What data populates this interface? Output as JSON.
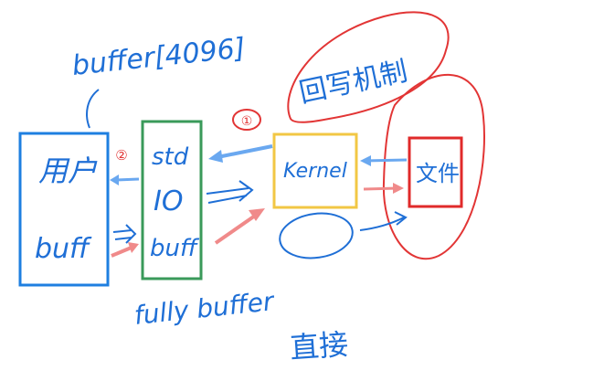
{
  "annotations": {
    "buffer_size": "buffer[4096]",
    "user_buffer_line1": "用户",
    "user_buffer_line2": "buff",
    "stdio_line1": "std",
    "stdio_line2": "IO",
    "stdio_line3": "buff",
    "kernel": "Kernel",
    "file": "文件",
    "writeback": "回写机制",
    "fully_buffer": "fully buffer",
    "direct": "直接",
    "marker_1": "①",
    "marker_2": "②"
  },
  "colors": {
    "ink_blue": "#1f6fd6",
    "user_box": "#1e7fe0",
    "stdio_box": "#3a9a5a",
    "kernel_box": "#f2c744",
    "file_box": "#e02a2a",
    "red_ink": "#e23535",
    "arrow_blue": "#6aa8f0",
    "arrow_pink": "#f08a8a"
  }
}
